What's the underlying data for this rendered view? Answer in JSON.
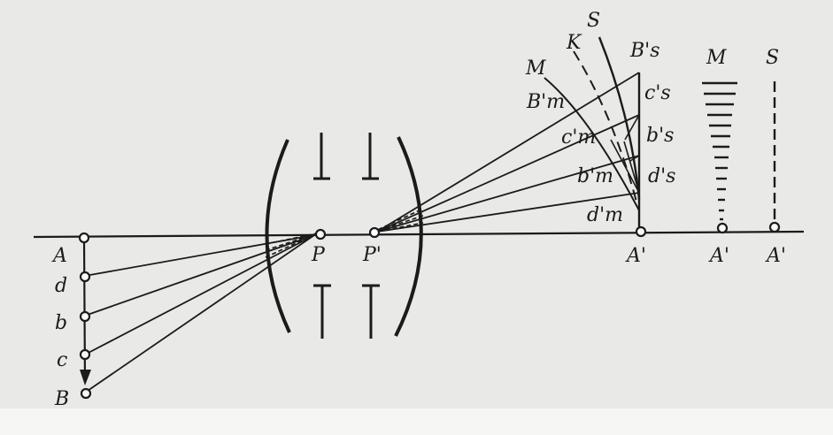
{
  "labels": {
    "A": "A",
    "d": "d",
    "b": "b",
    "c": "c",
    "B": "B",
    "P": "P",
    "P_prime": "P'",
    "S_top": "S",
    "K": "K",
    "M_arc": "M",
    "Bs": "B's",
    "Bm": "B'm",
    "cs": "c's",
    "cm": "c'm",
    "bs": "b's",
    "bm": "b'm",
    "ds": "d's",
    "dm": "d'm",
    "A_prime_1": "A'",
    "M_right": "M",
    "A_prime_2": "A'",
    "S_right": "S",
    "A_prime_3": "A'"
  }
}
